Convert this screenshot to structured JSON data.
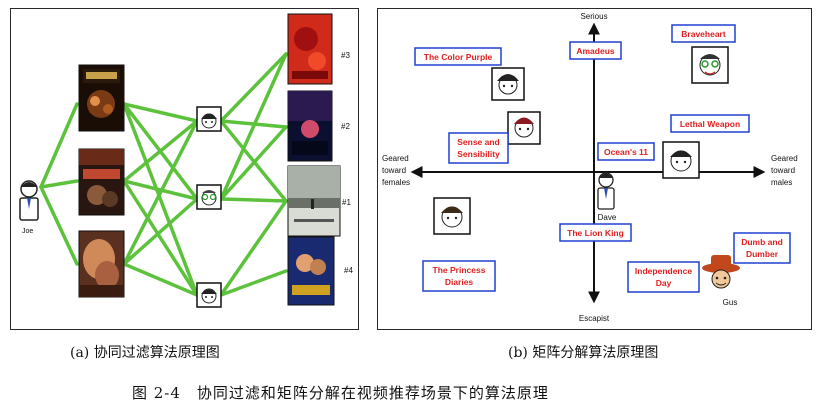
{
  "panel_a": {
    "caption": "(a) 协同过滤算法原理图",
    "user_label": "Joe",
    "rank_labels": [
      "#3",
      "#2",
      "#1",
      "#4"
    ]
  },
  "panel_b": {
    "caption": "(b) 矩阵分解算法原理图",
    "axes": {
      "top": "Serious",
      "bottom": "Escapist",
      "left_line1": "Geared",
      "left_line2": "toward",
      "left_line3": "females",
      "right_line1": "Geared",
      "right_line2": "toward",
      "right_line3": "males"
    },
    "people": {
      "dave": "Dave",
      "gus": "Gus"
    },
    "movies": {
      "color_purple": "The Color Purple",
      "amadeus": "Amadeus",
      "braveheart": "Braveheart",
      "sense_line1": "Sense and",
      "sense_line2": "Sensibility",
      "oceans": "Ocean's 11",
      "lethal": "Lethal Weapon",
      "lion_king": "The Lion King",
      "dumb_line1": "Dumb and",
      "dumb_line2": "Dumber",
      "independence_line1": "Independence",
      "independence_line2": "Day",
      "princess_line1": "The Princess",
      "princess_line2": "Diaries"
    }
  },
  "figure_caption": "图 2-4　协同过滤和矩阵分解在视频推荐场景下的算法原理",
  "colors": {
    "edge_green": "#5cc23c",
    "label_red": "#e02020",
    "label_blue": "#2040d0"
  }
}
